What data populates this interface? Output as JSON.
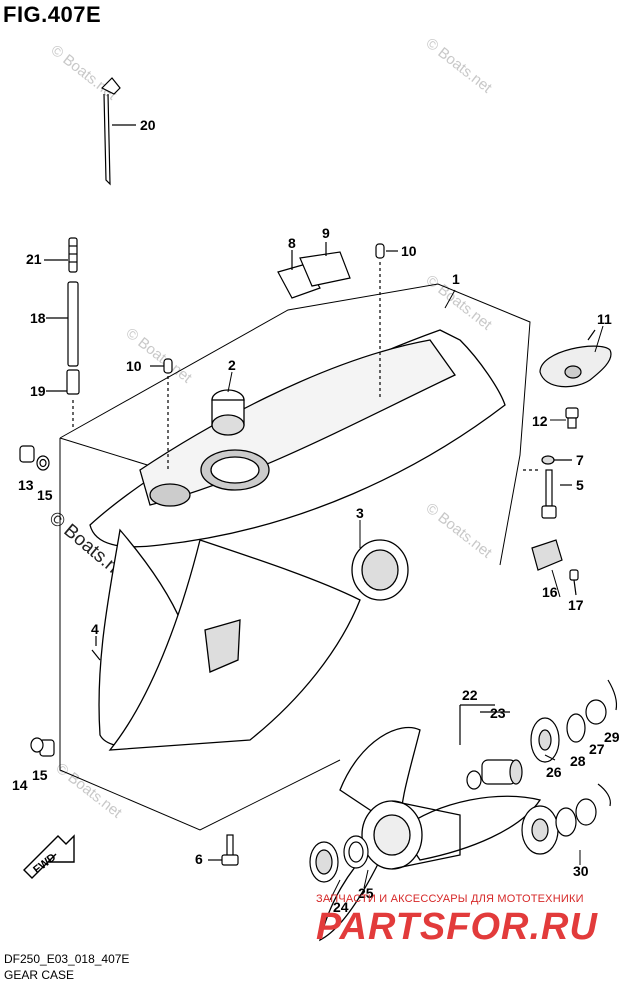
{
  "figure": {
    "title": "FIG.407E",
    "code": "DF250_E03_018_407E",
    "name": "GEAR CASE",
    "fwd_label": "FWD"
  },
  "watermarks": {
    "small": "© Boats.net",
    "main": "© Boats.net"
  },
  "branding": {
    "tagline": "ЗАПЧАСТИ И АКСЕССУАРЫ ДЛЯ МОТОТЕХНИКИ",
    "name": "PARTSFOR.RU",
    "color": "#e23b3b"
  },
  "callouts": [
    "1",
    "2",
    "3",
    "4",
    "5",
    "6",
    "7",
    "8",
    "9",
    "10",
    "10",
    "11",
    "12",
    "13",
    "14",
    "15",
    "15",
    "16",
    "17",
    "18",
    "19",
    "20",
    "21",
    "22",
    "23",
    "24",
    "25",
    "26",
    "27",
    "28",
    "29",
    "30"
  ]
}
